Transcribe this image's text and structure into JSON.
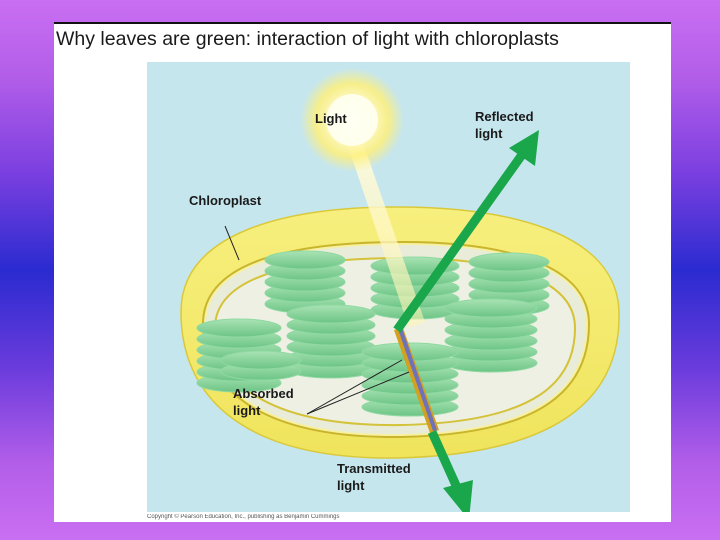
{
  "slide": {
    "title": "Why leaves are green: interaction of light with chloroplasts"
  },
  "diagram": {
    "labels": {
      "light": "Light",
      "reflected": "Reflected\nlight",
      "chloroplast": "Chloroplast",
      "absorbed": "Absorbed\nlight",
      "transmitted": "Transmitted\nlight"
    },
    "copyright": "Copyright © Pearson Education, Inc., publishing as Benjamin Cummings"
  },
  "colors": {
    "background_top": "#c96ff2",
    "background_mid": "#2a2bd0",
    "panel": "#c6e6ee",
    "chloroplast_membrane": "#f2ea6a",
    "thylakoid": "#7fcf95",
    "arrow": "#1aa64a",
    "light_glow": "#fff6b0"
  }
}
